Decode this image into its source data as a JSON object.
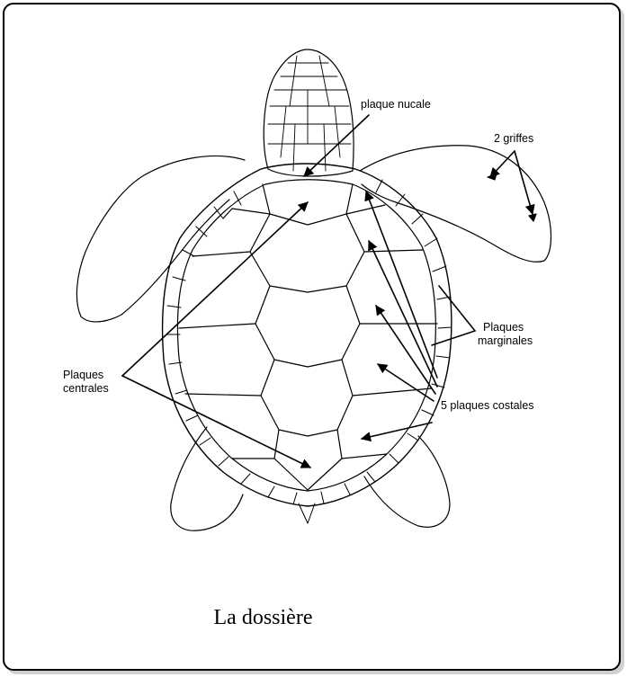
{
  "labels": {
    "nuchal": "plaque nucale",
    "claws": "2 griffes",
    "marginal_1": "Plaques",
    "marginal_2": "marginales",
    "central_1": "Plaques",
    "central_2": "centrales",
    "costal": "5 plaques costales"
  },
  "caption": "La dossière"
}
